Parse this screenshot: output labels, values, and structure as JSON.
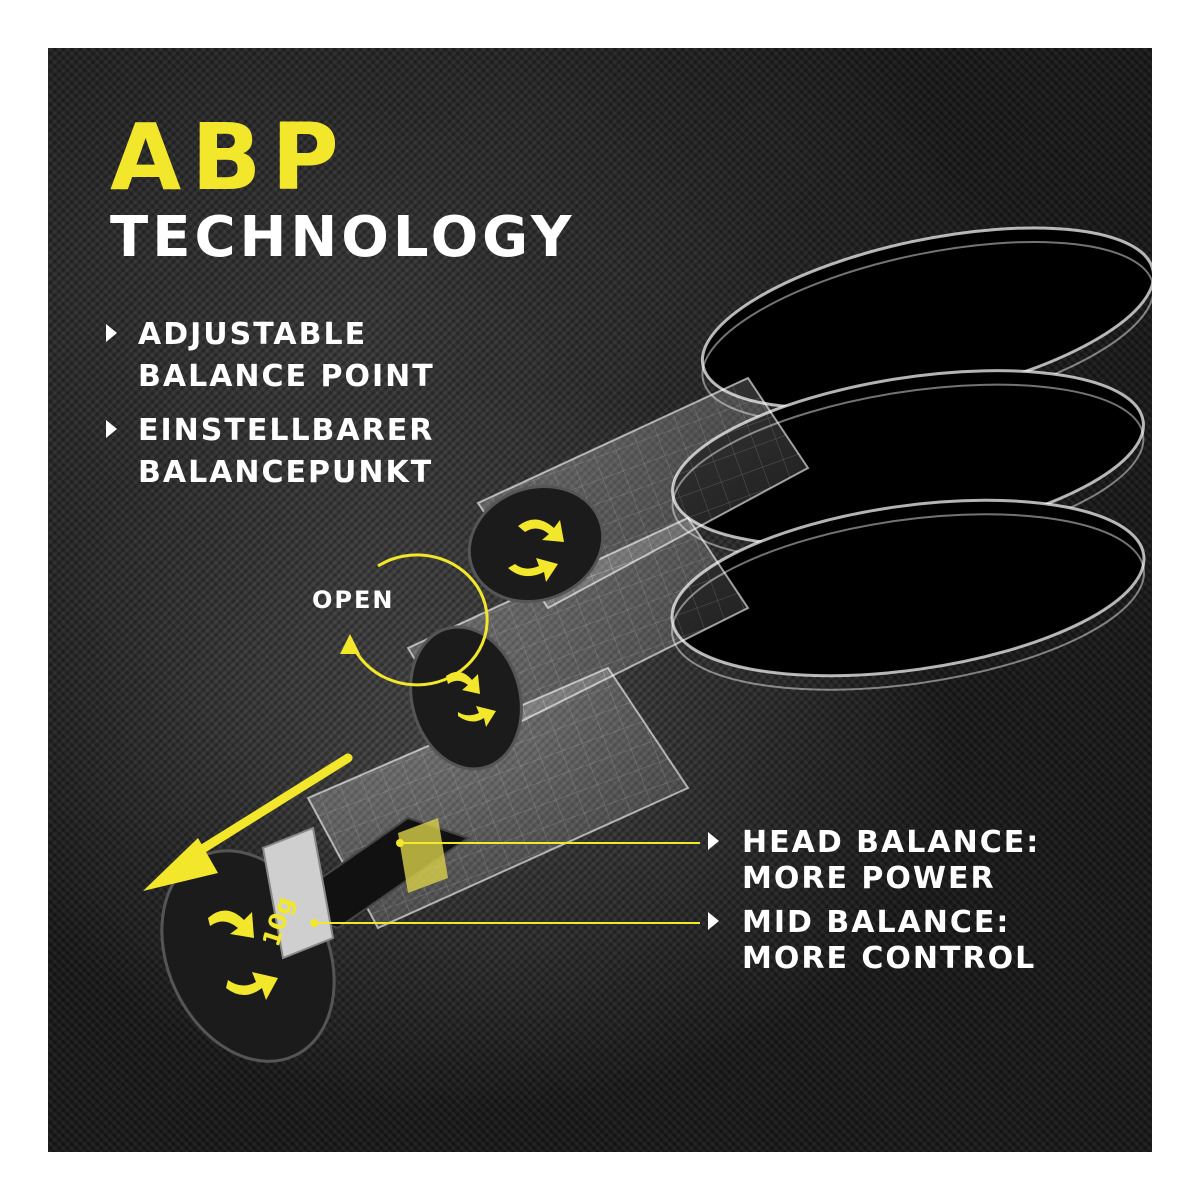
{
  "heading": {
    "title": "ABP",
    "subtitle": "TECHNOLOGY"
  },
  "features": [
    {
      "line1": "ADJUSTABLE",
      "line2": "BALANCE POINT"
    },
    {
      "line1": "EINSTELLBARER",
      "line2": "BALANCEPUNKT"
    }
  ],
  "rotate_label": "OPEN",
  "weight_label": "10g",
  "callouts": [
    {
      "line1": "HEAD BALANCE:",
      "line2": "MORE POWER"
    },
    {
      "line1": "MID BALANCE:",
      "line2": "MORE CONTROL"
    }
  ],
  "colors": {
    "accent": "#f2e72a",
    "text": "#ffffff",
    "background": "#1f1f1f"
  },
  "icons": [
    "bullet-triangle-icon",
    "rotate-arrow-icon",
    "direction-arrow-icon",
    "twist-arrow-icon"
  ]
}
